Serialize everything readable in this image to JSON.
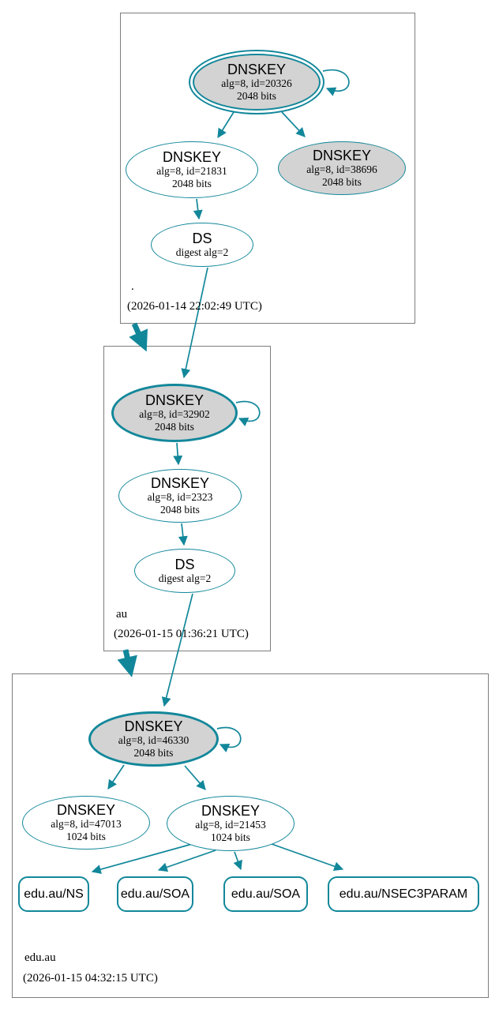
{
  "diagram": {
    "kind": "dnssec-authentication-chain",
    "colors": {
      "edge_teal": "#12879a",
      "ksk_fill_gray": "#d3d3d3",
      "node_fill_white": "#ffffff",
      "zone_box_border": "#7d7d7d"
    },
    "zones": [
      {
        "name": ".",
        "timestamp": "(2026-01-14 22:02:49 UTC)",
        "ksk": {
          "title": "DNSKEY",
          "detail1": "alg=8, id=20326",
          "detail2": "2048 bits"
        },
        "zsk": {
          "title": "DNSKEY",
          "detail1": "alg=8, id=21831",
          "detail2": "2048 bits"
        },
        "key2": {
          "title": "DNSKEY",
          "detail1": "alg=8, id=38696",
          "detail2": "2048 bits"
        },
        "ds": {
          "title": "DS",
          "detail1": "digest alg=2"
        }
      },
      {
        "name": "au",
        "timestamp": "(2026-01-15 01:36:21 UTC)",
        "ksk": {
          "title": "DNSKEY",
          "detail1": "alg=8, id=32902",
          "detail2": "2048 bits"
        },
        "zsk": {
          "title": "DNSKEY",
          "detail1": "alg=8, id=2323",
          "detail2": "2048 bits"
        },
        "ds": {
          "title": "DS",
          "detail1": "digest alg=2"
        }
      },
      {
        "name": "edu.au",
        "timestamp": "(2026-01-15 04:32:15 UTC)",
        "ksk": {
          "title": "DNSKEY",
          "detail1": "alg=8, id=46330",
          "detail2": "2048 bits"
        },
        "key2": {
          "title": "DNSKEY",
          "detail1": "alg=8, id=47013",
          "detail2": "1024 bits"
        },
        "zsk": {
          "title": "DNSKEY",
          "detail1": "alg=8, id=21453",
          "detail2": "1024 bits"
        },
        "records": [
          "edu.au/NS",
          "edu.au/SOA",
          "edu.au/SOA",
          "edu.au/NSEC3PARAM"
        ]
      }
    ]
  }
}
